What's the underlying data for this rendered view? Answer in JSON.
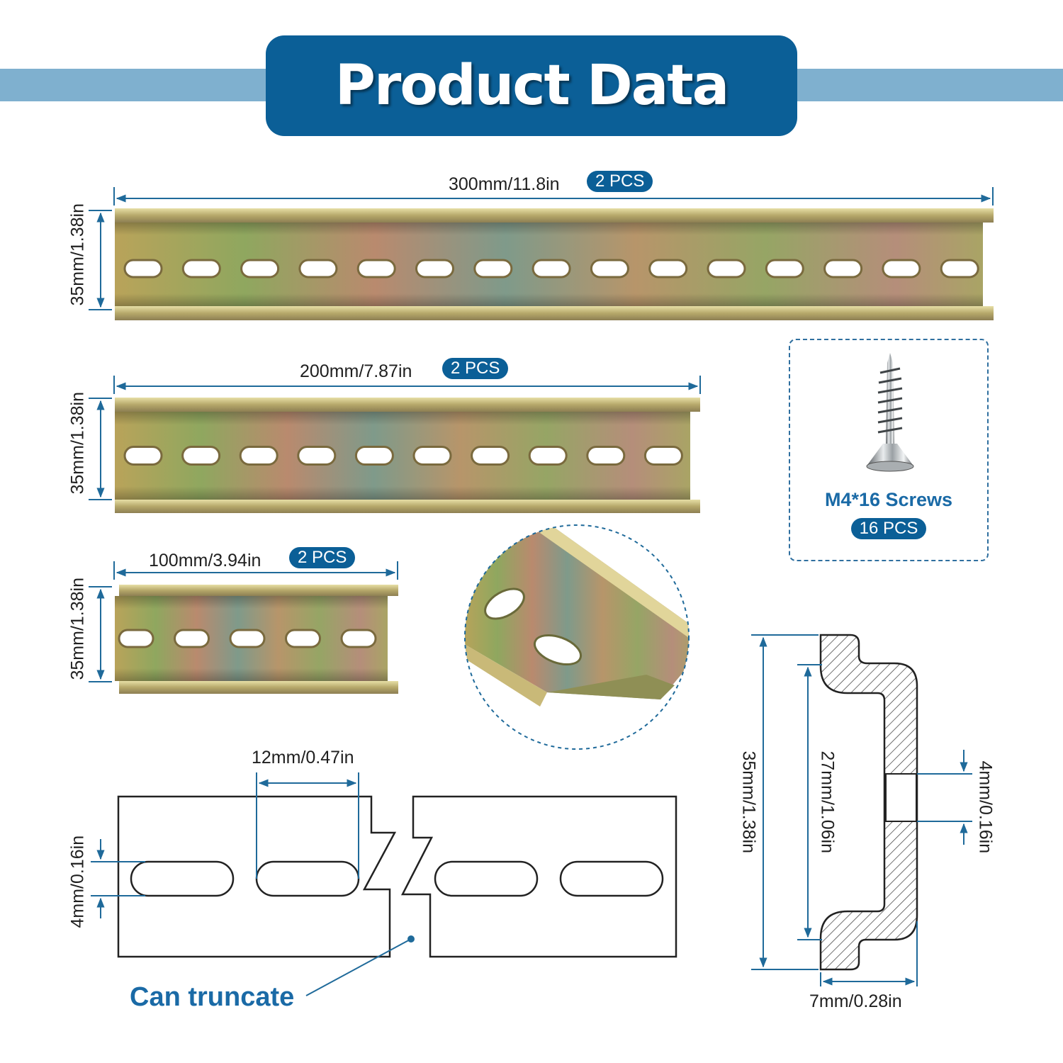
{
  "header": {
    "title": "Product Data"
  },
  "colors": {
    "accent": "#0b5f97",
    "band": "#7fb0cf",
    "dimension_line": "#1f6a9a"
  },
  "rails": [
    {
      "length_label": "300mm/11.8in",
      "qty": "2 PCS",
      "height_label": "35mm/1.38in",
      "slots": 15
    },
    {
      "length_label": "200mm/7.87in",
      "qty": "2 PCS",
      "height_label": "35mm/1.38in",
      "slots": 10
    },
    {
      "length_label": "100mm/3.94in",
      "qty": "2 PCS",
      "height_label": "35mm/1.38in",
      "slots": 5
    }
  ],
  "screws": {
    "label": "M4*16 Screws",
    "qty": "16 PCS"
  },
  "slot_diagram": {
    "slot_length_label": "12mm/0.47in",
    "slot_width_label": "4mm/0.16in",
    "callout": "Can truncate"
  },
  "profile_diagram": {
    "height_label": "35mm/1.38in",
    "inner_label": "27mm/1.06in",
    "hole_label": "4mm/0.16in",
    "depth_label": "7mm/0.28in"
  }
}
